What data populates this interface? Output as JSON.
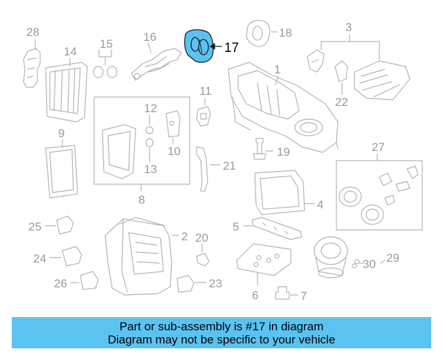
{
  "diagram": {
    "part_numbers": {
      "p1": "1",
      "p2": "2",
      "p3": "3",
      "p4": "4",
      "p5": "5",
      "p6": "6",
      "p7": "7",
      "p8": "8",
      "p9": "9",
      "p10": "10",
      "p11": "11",
      "p12": "12",
      "p13": "13",
      "p14": "14",
      "p15": "15",
      "p16": "16",
      "p17": "17",
      "p18": "18",
      "p19": "19",
      "p20": "20",
      "p21": "21",
      "p22": "22",
      "p23": "23",
      "p24": "24",
      "p25": "25",
      "p26": "26",
      "p27": "27",
      "p28": "28",
      "p29": "29",
      "p30": "30"
    },
    "highlighted_part": "17",
    "colors": {
      "line": "#b3b3b3",
      "label": "#9a9a9a",
      "highlight_fill": "#5bc3f2",
      "highlight_stroke": "#1a1a1a",
      "banner": "#5bc3f2"
    }
  },
  "banner": {
    "line1": "Part or sub-assembly is #17 in diagram",
    "line2": "Diagram may not be specific to your vehicle"
  }
}
